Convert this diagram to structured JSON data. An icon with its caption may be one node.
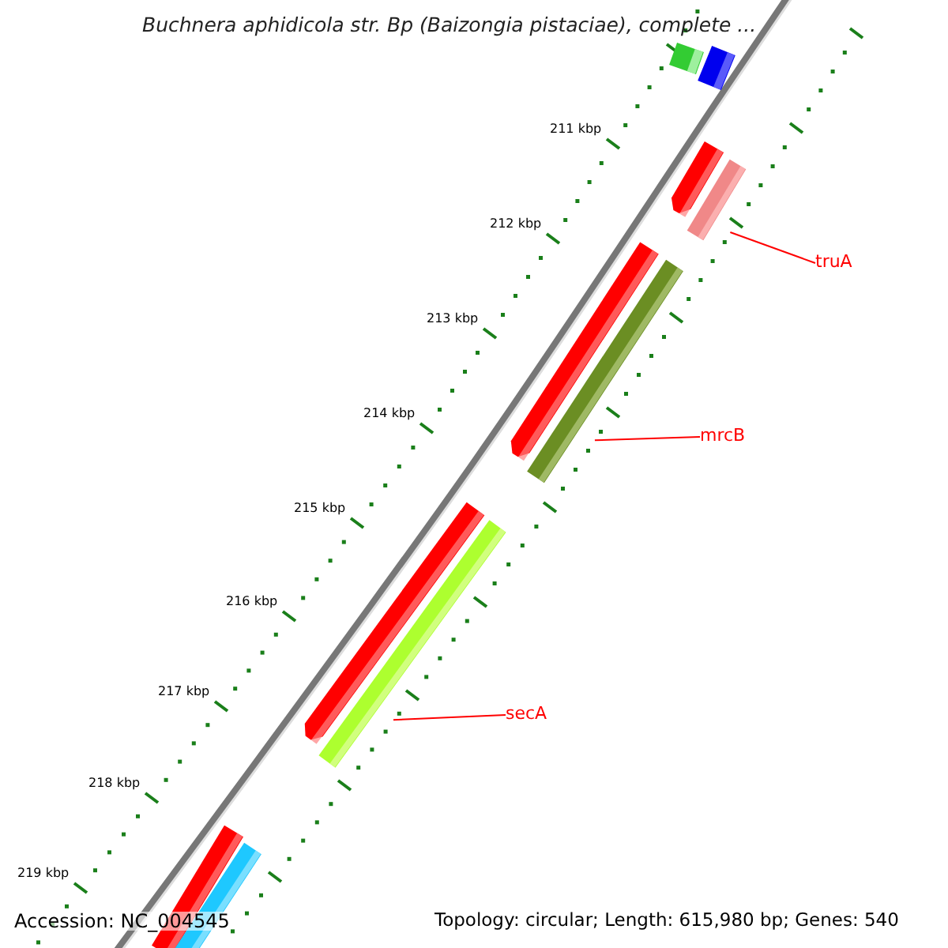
{
  "diagram": {
    "title": "Buchnera aphidicola str. Bp (Baizongia pistaciae), complete ...",
    "nodes": [
      {
        "text": [
          "truA"
        ]
      },
      {
        "text": [],
        "shape": "bar"
      },
      {
        "text": [
          "mrcB"
        ]
      },
      {
        "text": [],
        "shape": "bar"
      },
      {
        "text": [
          "secA"
        ]
      },
      {
        "text": [],
        "shape": "bar"
      }
    ],
    "edges": [
      {
        "from": 0,
        "to": 1,
        "arrow": "none"
      },
      {
        "from": 2,
        "to": 3,
        "arrow": "none"
      },
      {
        "from": 4,
        "to": 5,
        "arrow": "none"
      }
    ],
    "labels": [
      "211 kbp",
      "212 kbp",
      "213 kbp",
      "214 kbp",
      "215 kbp",
      "216 kbp",
      "217 kbp",
      "218 kbp",
      "219 kbp",
      "Accession: NC_004545",
      "Topology: circular; Length: 615,980 bp; Genes: 540"
    ]
  }
}
